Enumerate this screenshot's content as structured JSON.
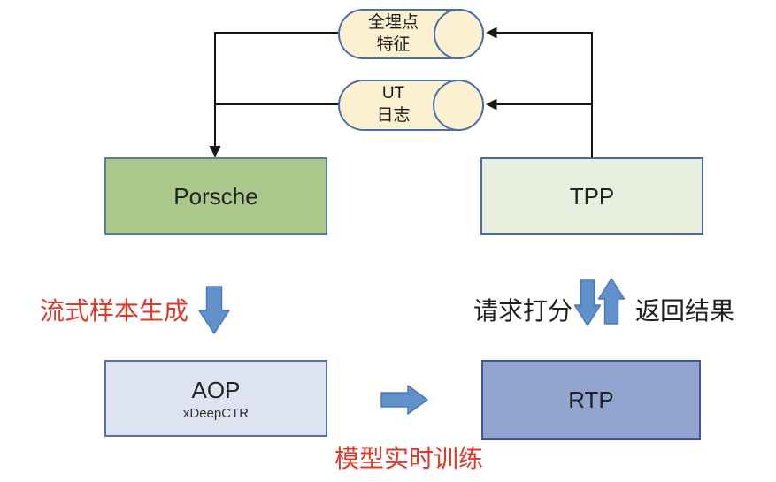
{
  "capsules": [
    {
      "line1": "全埋点",
      "line2": "特征"
    },
    {
      "line1": "UT",
      "line2": "日志"
    }
  ],
  "boxes": {
    "porsche": "Porsche",
    "tpp": "TPP",
    "aop": "AOP",
    "aop_sub": "xDeepCTR",
    "rtp": "RTP"
  },
  "labels": {
    "stream_sample_generation": "流式样本生成",
    "request_scoring": "请求打分",
    "return_result": "返回结果",
    "realtime_model_training": "模型实时训练"
  },
  "colors": {
    "red_label": "#e0392b",
    "black_label": "#1f1f1f",
    "connector_black": "#161616",
    "block_arrow_blue": "#6191ca",
    "capsule_fill": "#fbf1d1",
    "capsule_border": "#4a6fa8",
    "porsche_fill": "#aac88a",
    "tpp_fill": "#e9efdf",
    "aop_fill": "#dde3f1",
    "rtp_fill": "#92a5cf"
  }
}
